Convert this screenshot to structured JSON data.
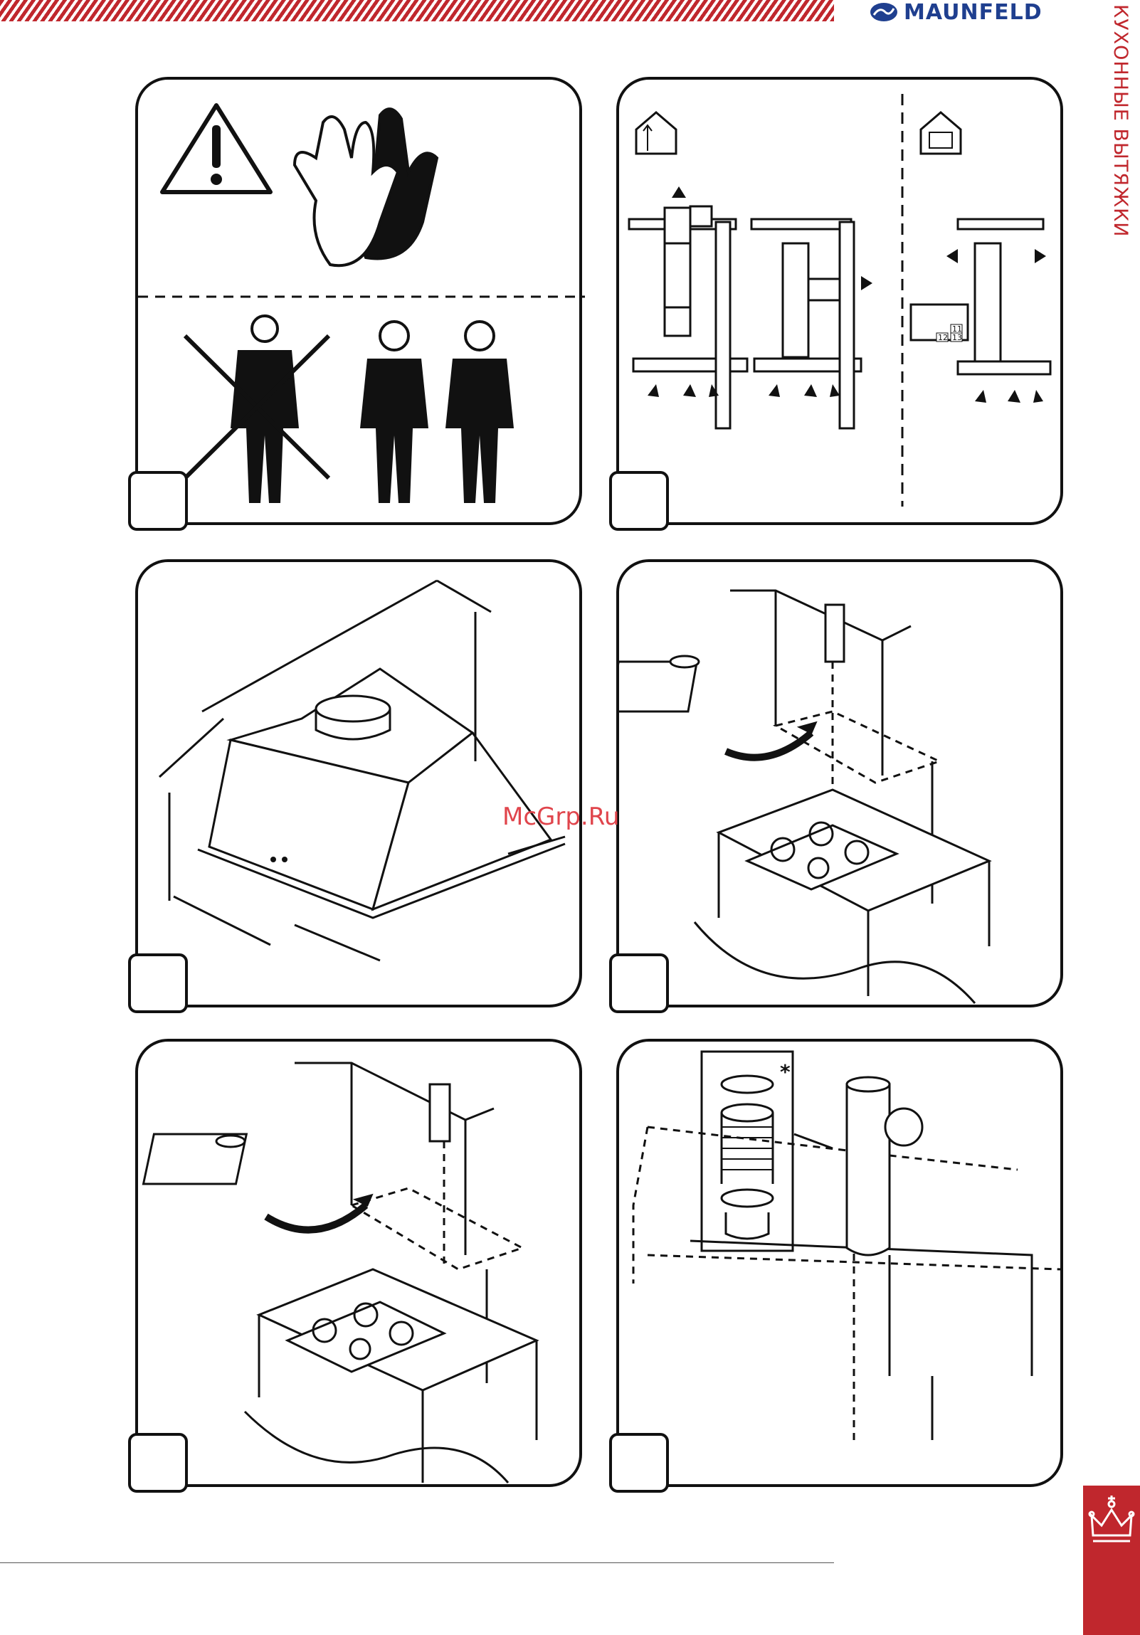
{
  "header": {
    "brand": "MAUNFELD",
    "section_title": "КУХОННЫЕ ВЫТЯЖКИ"
  },
  "watermark": "McGrp.Ru",
  "panels": {
    "p4_labels": [
      "11",
      "12",
      "13"
    ],
    "p6_asterisk": "*"
  },
  "colors": {
    "accent": "#c0272d",
    "brand_blue": "#1f3f8f",
    "ink": "#111111"
  }
}
